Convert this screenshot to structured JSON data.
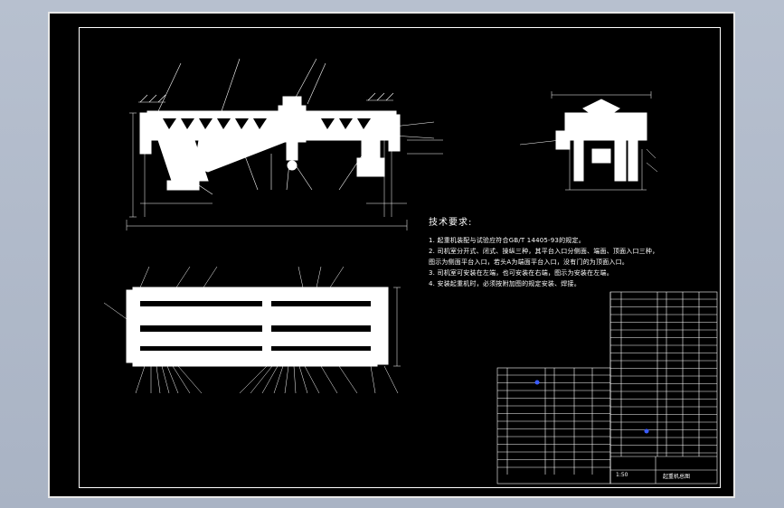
{
  "drawing": {
    "notes_title": "技术要求:",
    "notes": [
      "1. 起重机装配与试验应符合GB/T 14405-93的规定。",
      "2. 司机室分开式、闭式、操纵三种，其平台入口分侧面、端面、顶面入口三种，",
      "   图示为侧面平台入口，若头A为端面平台入口，没有门的为顶面入口。",
      "3. 司机室可安装在左端，也可安装在右端，图示为安装在左端。",
      "4. 安装起重机时，必须按附加图的规定安装、焊接。"
    ],
    "title_block": {
      "drawing_name": "起重机总图",
      "scale": "1:50"
    }
  }
}
